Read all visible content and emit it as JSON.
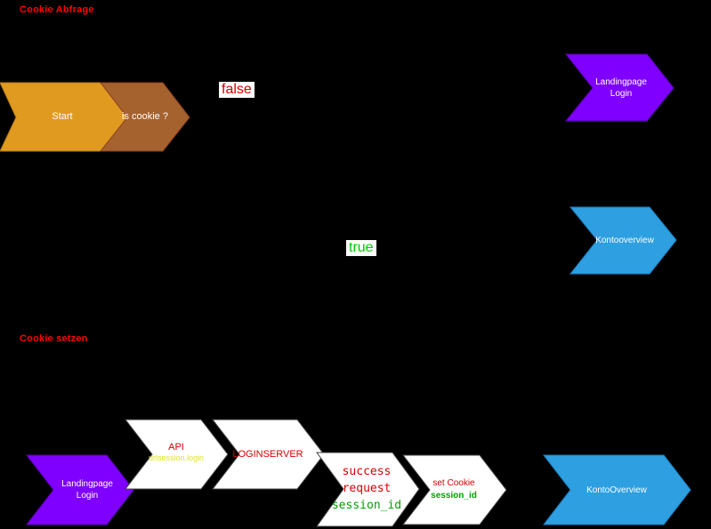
{
  "canvas": {
    "background": "#000000"
  },
  "sections": {
    "cookie_query": "Cookie Abfrage",
    "cookie_set": "Cookie setzen"
  },
  "branches": {
    "false_label": "false",
    "true_label": "true",
    "false_color": "#e00000",
    "true_color": "#00cc00"
  },
  "nodes": {
    "start": {
      "label": "Start",
      "fill": "#e09a20"
    },
    "is_cookie": {
      "label": "is cookie ?",
      "fill": "#a5622e"
    },
    "landingpage_top": {
      "line1": "Landingpage",
      "line2": "Login",
      "fill": "#7f00ff"
    },
    "kontooverview_top": {
      "label": "Kontooverview",
      "fill": "#2e9fe0"
    },
    "landingpage_bottom": {
      "line1": "Landingpage",
      "line2": "Login",
      "fill": "#7f00ff"
    },
    "api": {
      "title": "API",
      "subtitle": "urlsession.login",
      "fill": "#ffffff"
    },
    "loginserver": {
      "label": "LOGINSERVER",
      "fill": "#ffffff"
    },
    "success": {
      "line1": "success",
      "line2": "request",
      "line3": "session_id",
      "fill": "#ffffff"
    },
    "set_cookie": {
      "line1": "set Cookie",
      "line2": "session_id",
      "fill": "#ffffff"
    },
    "kontooverview_bottom": {
      "label": "KontoOverview",
      "fill": "#2e9fe0"
    }
  },
  "text_colors": {
    "section_red": "#ff0000",
    "node_text_red": "#d40000",
    "session_green": "#00a000",
    "subtitle_yellow": "#e0e030",
    "node_text_white": "#ffffff"
  }
}
